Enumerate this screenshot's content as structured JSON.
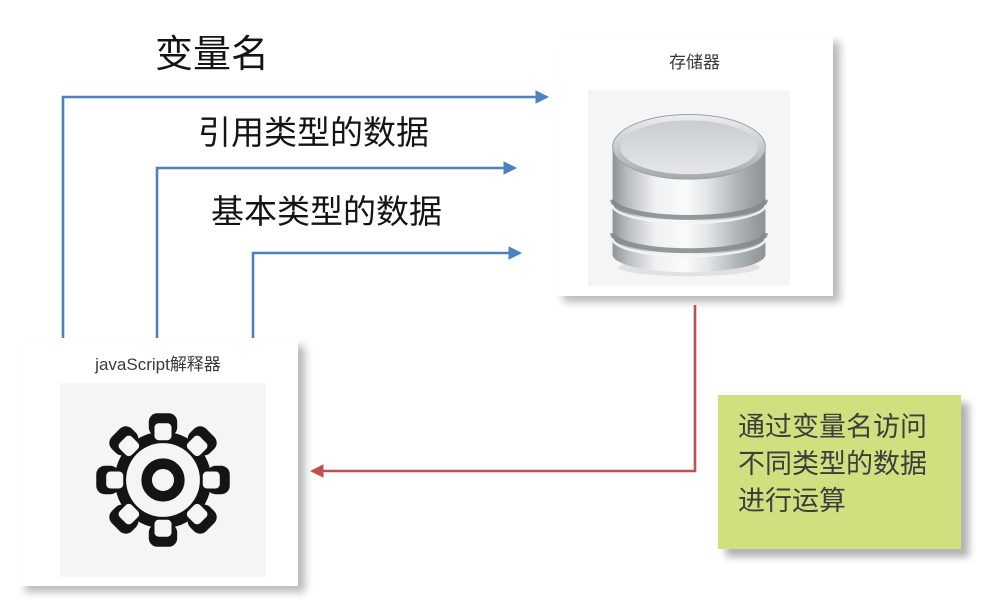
{
  "palette": {
    "arrow_blue": "#4f81bd",
    "arrow_red": "#c0504d",
    "label_text": "#141414",
    "title_text": "#3a3a3a",
    "plate_bg": "#f5f5f6",
    "note_bg": "#cfe07f",
    "note_text": "#3d3d3d",
    "gear_color": "#141414"
  },
  "arrow_labels": {
    "variable_name": "变量名",
    "reference_type": "引用类型的数据",
    "primitive_type": "基本类型的数据"
  },
  "storage": {
    "title": "存储器",
    "icon": "database-icon"
  },
  "interpreter": {
    "title": "javaScript解释器",
    "icon": "gear-icon"
  },
  "note": {
    "lines": [
      "通过变量名访问",
      "不同类型的数据",
      "进行运算"
    ]
  }
}
